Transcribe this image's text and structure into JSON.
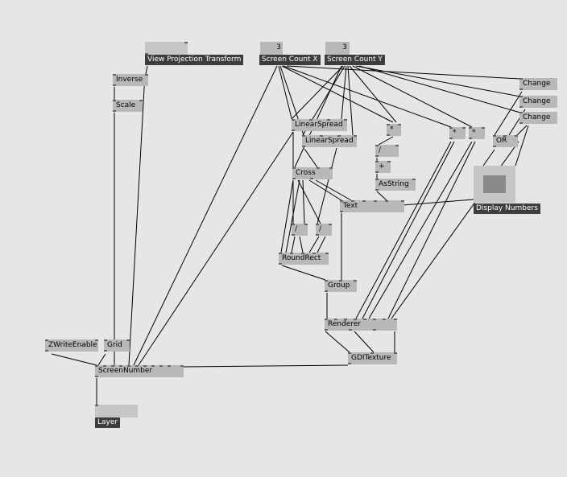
{
  "nodes": {
    "view_projection_transform": "View Projection Transform",
    "screen_count_x": {
      "label": "Screen Count X",
      "value": "3"
    },
    "screen_count_y": {
      "label": "Screen Count Y",
      "value": "3"
    },
    "inverse": "Inverse",
    "scale": "Scale",
    "linearspread_1": "LinearSpread",
    "linearspread_2": "LinearSpread",
    "cross": "Cross",
    "multiply_1": "*",
    "multiply_2": "*",
    "multiply_3": "*",
    "change_1": "Change",
    "change_2": "Change",
    "change_3": "Change",
    "or": "OR",
    "divide_mid": "/",
    "add": "+",
    "asstring": "AsString",
    "text": "Text",
    "divide_1": "/",
    "divide_2": "/",
    "roundrect": "RoundRect",
    "group": "Group",
    "renderer": "Renderer",
    "gditexture": "GDITexture",
    "display_numbers": "Display Numbers",
    "zwriteenable": "ZWriteEnable",
    "grid": "Grid",
    "screennumber": "ScreenNumber",
    "layer": "Layer"
  },
  "colors": {
    "background": "#e6e6e6",
    "node": "#b8b8b8",
    "io_box": "#c6c6c6",
    "label_box": "#3d3d3d",
    "wire": "#000000"
  }
}
